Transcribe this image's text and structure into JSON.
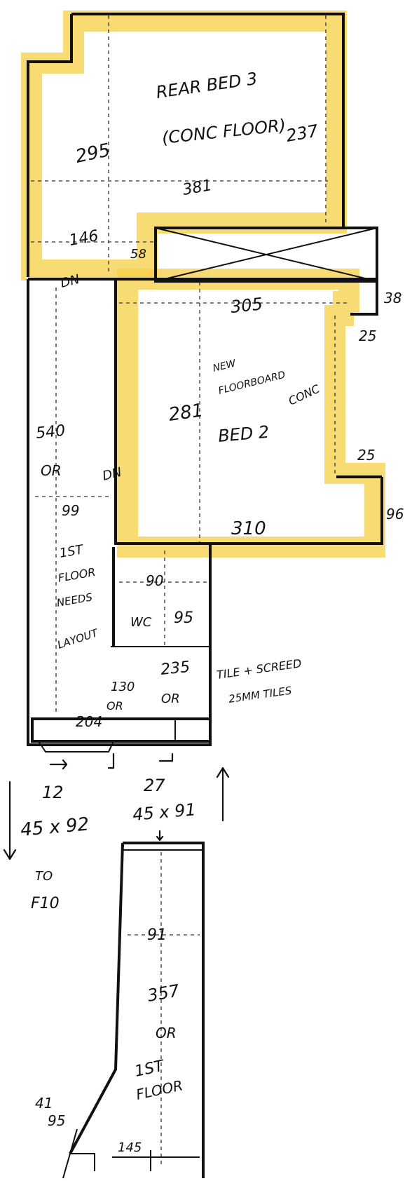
{
  "labels": {
    "rear_bed_3": "REAR BED 3",
    "conc_floor": "(CONC FLOOR)",
    "dim_295": "295",
    "dim_237": "237",
    "dim_381": "381",
    "dim_146": "146",
    "dim_58": "58",
    "dim_305": "305",
    "dim_38": "38",
    "dim_25_top": "25",
    "new_floorboard": "NEW",
    "new_floorboard_2": "FLOORBOARD",
    "conc_note": "CONC",
    "dim_281": "281",
    "bed_2": "BED 2",
    "dim_25_bottom": "25",
    "dim_310": "310",
    "dim_96": "96",
    "dim_540": "540",
    "dim_or": "OR",
    "dim_99": "99",
    "first_floor_1": "1ST",
    "first_floor_2": "FLOOR",
    "first_floor_3": "NEEDS",
    "first_floor_4": "LAYOUT",
    "dn_1": "DN",
    "dn_2": "DN",
    "dim_90": "90",
    "wc": "WC",
    "dim_95": "95",
    "dim_130": "130",
    "dim_235": "235",
    "or_a": "OR",
    "or_b": "OR",
    "dim_204": "204",
    "tile_note_1": "TILE + SCREED",
    "tile_note_2": "25MM TILES",
    "dim_12": "12",
    "dim_27": "27",
    "size_45x92": "45 x 92",
    "size_45x91": "45 x 91",
    "to_f10_1": "TO",
    "to_f10_2": "F10",
    "dim_91": "91",
    "dim_357": "357",
    "or_c": "OR",
    "first_floor_b1": "1ST",
    "first_floor_b2": "FLOOR",
    "dim_41": "41",
    "dim_95_b": "95",
    "dim_145": "145"
  },
  "colors": {
    "highlight": "#f7cf45",
    "ink": "#111111"
  }
}
